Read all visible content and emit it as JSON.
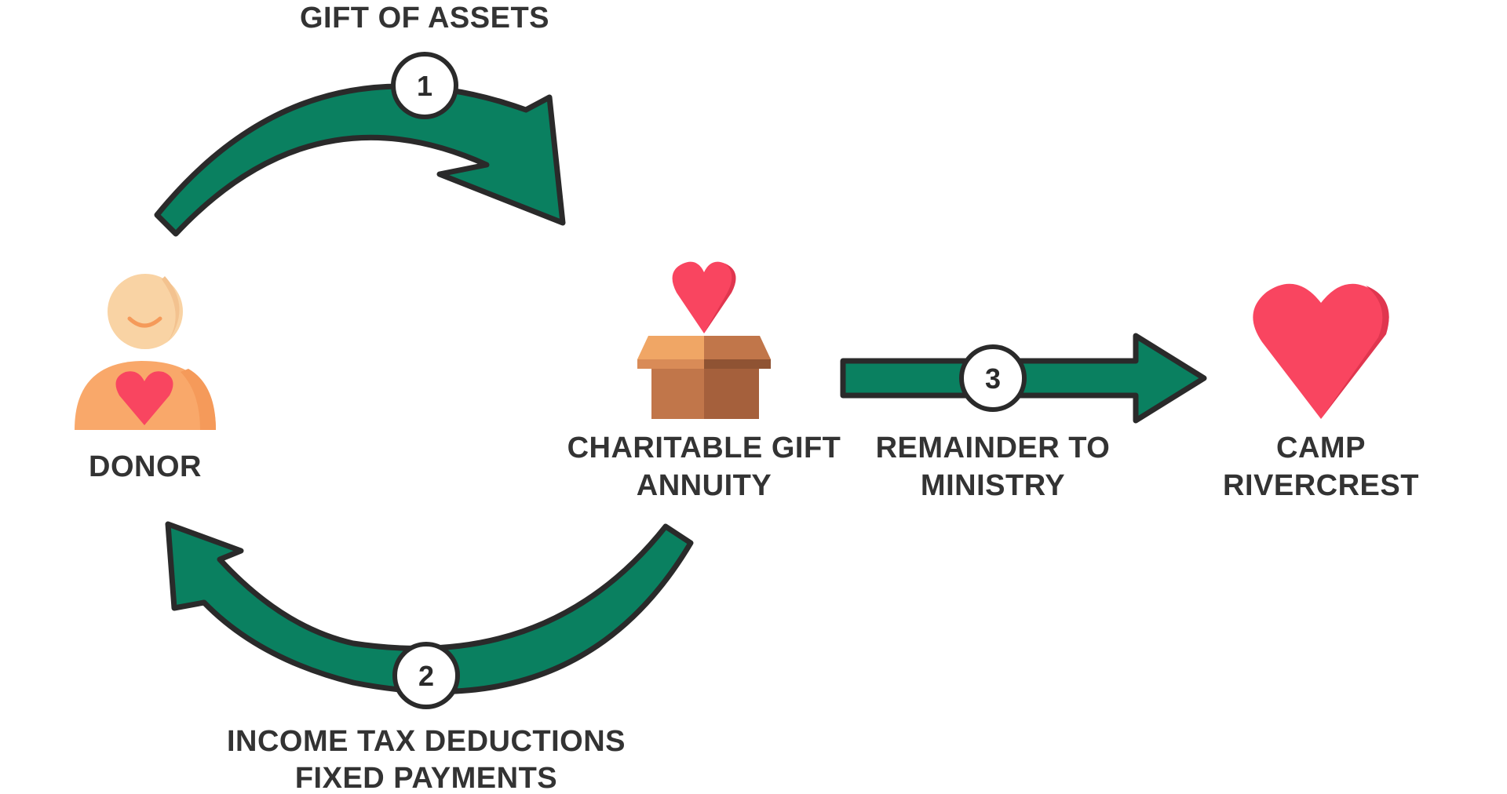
{
  "steps": {
    "step1": {
      "number": "1",
      "label": "GIFT OF ASSETS"
    },
    "step2": {
      "number": "2",
      "label_line1": "INCOME TAX DEDUCTIONS",
      "label_line2": "FIXED PAYMENTS"
    },
    "step3": {
      "number": "3",
      "label_line1": "REMAINDER TO",
      "label_line2": "MINISTRY"
    }
  },
  "nodes": {
    "donor": {
      "label": "DONOR",
      "icon": "donor-person-icon"
    },
    "annuity": {
      "label_line1": "CHARITABLE GIFT",
      "label_line2": "ANNUITY",
      "icon": "gift-box-heart-icon"
    },
    "camp": {
      "label_line1": "CAMP",
      "label_line2": "RIVERCREST",
      "icon": "heart-icon"
    }
  },
  "colors": {
    "arrow_fill": "#0a8060",
    "arrow_outline": "#2a2a2a",
    "heart": "#f94560",
    "heart_shade": "#e0364f",
    "skin": "#f9d3a4",
    "body": "#f9a86a",
    "box_light": "#c1764a",
    "box_dark": "#a5603c",
    "box_lid": "#f0a665",
    "text": "#333333"
  }
}
